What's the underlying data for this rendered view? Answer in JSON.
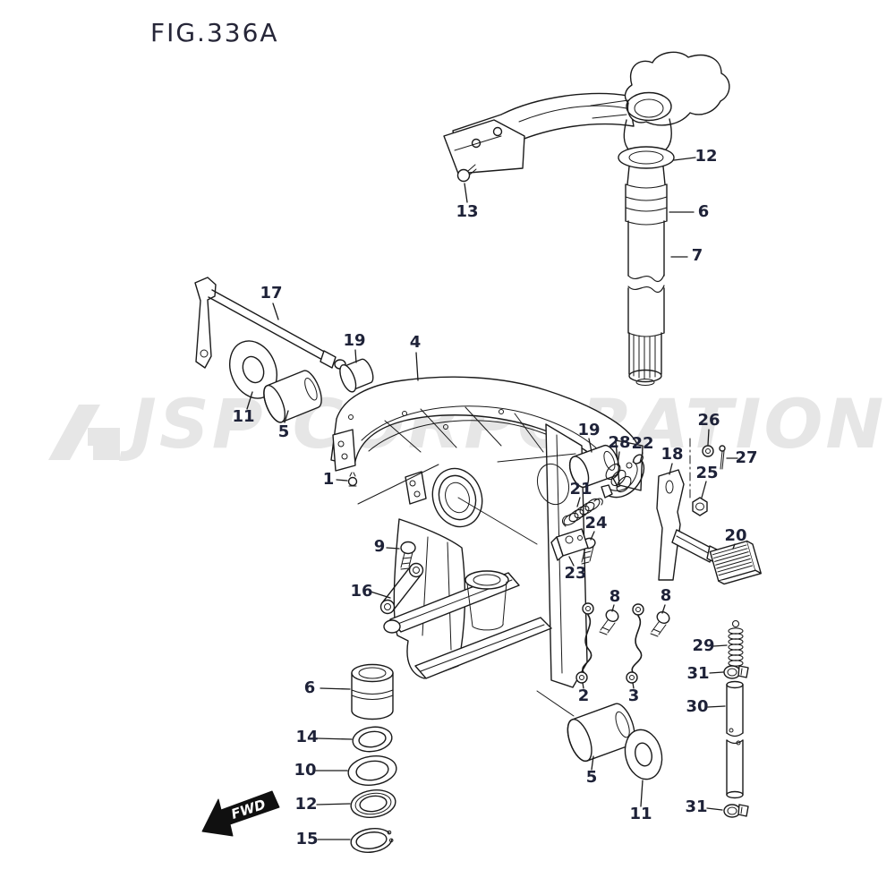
{
  "figure": {
    "title": "FIG.336A"
  },
  "watermark": {
    "text": "JSP CORPORATION"
  },
  "fwd_arrow": {
    "label": "FWD"
  },
  "colors": {
    "line": "#1a1a1a",
    "label": "#1e2238",
    "watermark": "#e6e6e6",
    "arrow_fill": "#101010",
    "arrow_text": "#ffffff",
    "background": "#ffffff"
  },
  "callouts": [
    {
      "num": "13"
    },
    {
      "num": "12"
    },
    {
      "num": "6"
    },
    {
      "num": "7"
    },
    {
      "num": "17"
    },
    {
      "num": "19"
    },
    {
      "num": "4"
    },
    {
      "num": "11"
    },
    {
      "num": "5"
    },
    {
      "num": "1"
    },
    {
      "num": "9"
    },
    {
      "num": "16"
    },
    {
      "num": "19"
    },
    {
      "num": "28"
    },
    {
      "num": "22"
    },
    {
      "num": "18"
    },
    {
      "num": "26"
    },
    {
      "num": "27"
    },
    {
      "num": "25"
    },
    {
      "num": "21"
    },
    {
      "num": "24"
    },
    {
      "num": "23"
    },
    {
      "num": "20"
    },
    {
      "num": "8"
    },
    {
      "num": "8"
    },
    {
      "num": "2"
    },
    {
      "num": "3"
    },
    {
      "num": "29"
    },
    {
      "num": "31"
    },
    {
      "num": "30"
    },
    {
      "num": "31"
    },
    {
      "num": "6"
    },
    {
      "num": "14"
    },
    {
      "num": "10"
    },
    {
      "num": "12"
    },
    {
      "num": "15"
    },
    {
      "num": "5"
    },
    {
      "num": "11"
    }
  ]
}
